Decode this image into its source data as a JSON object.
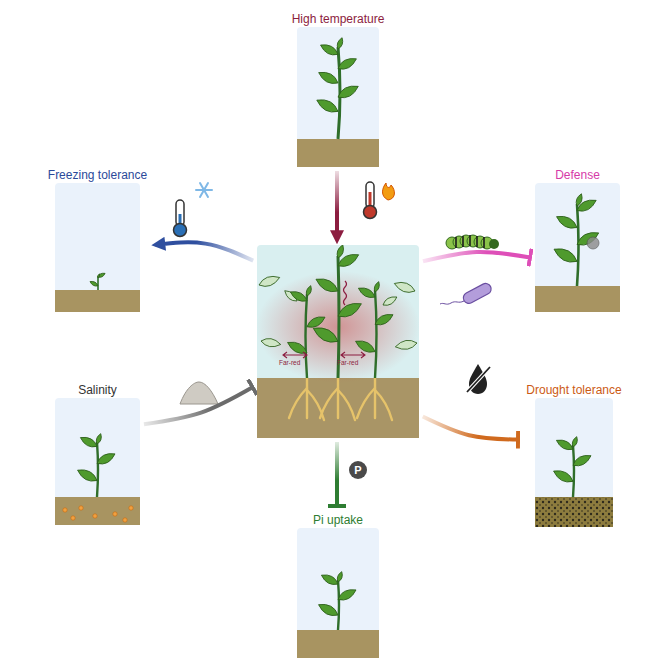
{
  "diagram": {
    "nodes": [
      {
        "text": [
          "High temperature"
        ]
      },
      {
        "text": [
          "Freezing tolerance"
        ]
      },
      {
        "text": [
          "Defense"
        ]
      },
      {
        "text": [
          "Far-red",
          "Far-red"
        ]
      },
      {
        "text": [
          "Salinity"
        ]
      },
      {
        "text": [
          "Drought tolerance"
        ]
      },
      {
        "text": [
          "Pi uptake"
        ]
      }
    ],
    "edges": [
      {
        "from": 0,
        "to": 3,
        "arrow": "to"
      },
      {
        "from": 3,
        "to": 1,
        "arrow": "to"
      },
      {
        "from": 3,
        "to": 2,
        "arrow": "to"
      },
      {
        "from": 4,
        "to": 3,
        "arrow": "to"
      },
      {
        "from": 3,
        "to": 5,
        "arrow": "to"
      },
      {
        "from": 3,
        "to": 6,
        "arrow": "to"
      }
    ],
    "labels": [
      "P"
    ]
  }
}
